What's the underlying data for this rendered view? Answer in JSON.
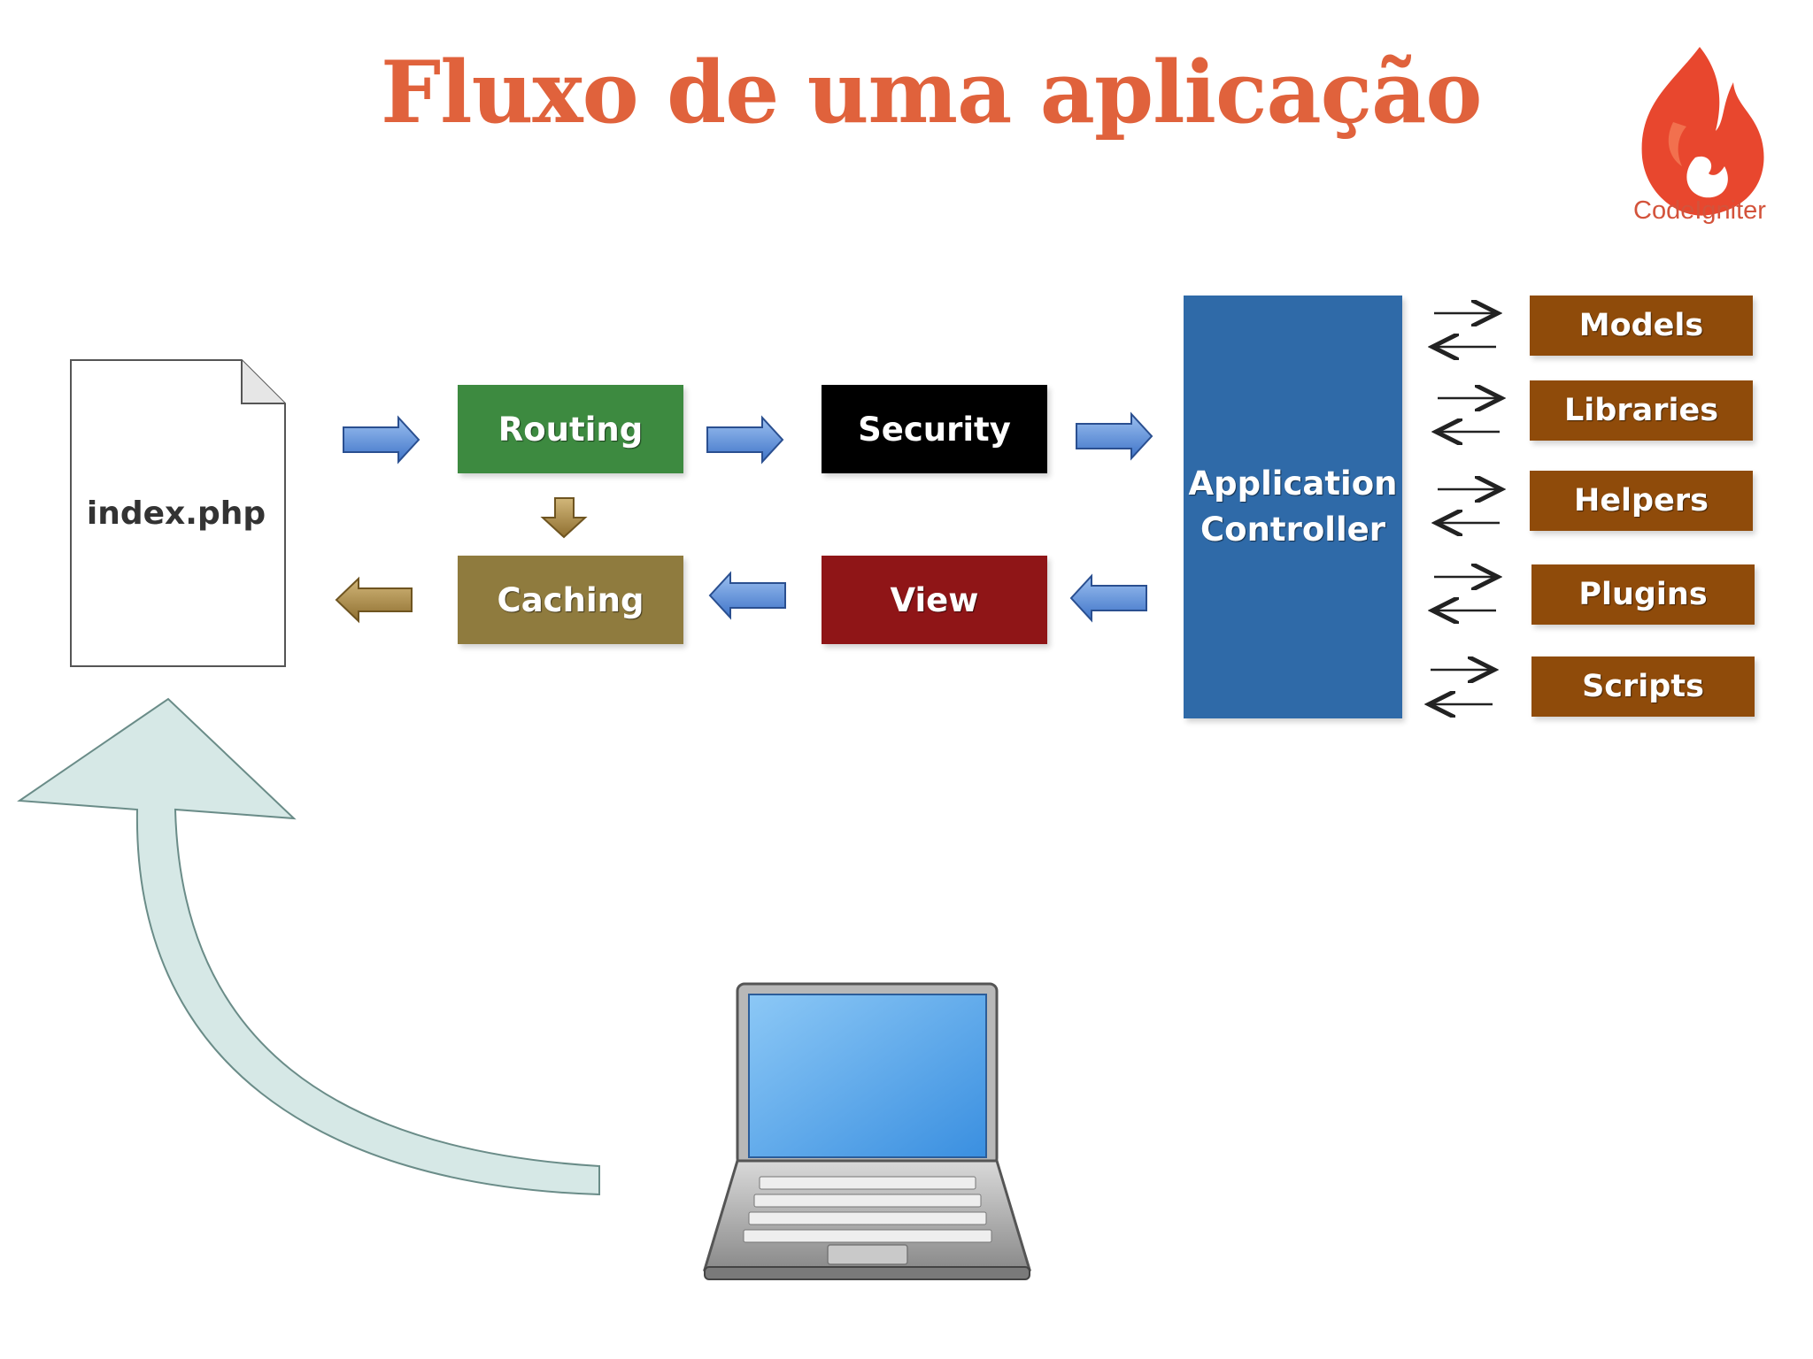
{
  "title": "Fluxo de uma aplicação",
  "logo": {
    "name": "CodeIgniter",
    "icon": "flame-icon"
  },
  "file": {
    "label": "index.php",
    "icon": "document-icon"
  },
  "nodes": {
    "routing": "Routing",
    "security": "Security",
    "caching": "Caching",
    "view": "View",
    "controller": "Application\nController"
  },
  "resources": [
    "Models",
    "Libraries",
    "Helpers",
    "Plugins",
    "Scripts"
  ],
  "colors": {
    "title": "#e0623c",
    "routing": "#3d8a40",
    "security": "#000000",
    "caching": "#8f7b3e",
    "view": "#8f1517",
    "controller": "#2f6aa8",
    "resource": "#8f4b0a",
    "flow_arrow": "#5b8fd8",
    "return_arrow": "#a88a48",
    "curved_arrow": "#d6e8e6"
  },
  "client": {
    "icon": "laptop-icon"
  }
}
